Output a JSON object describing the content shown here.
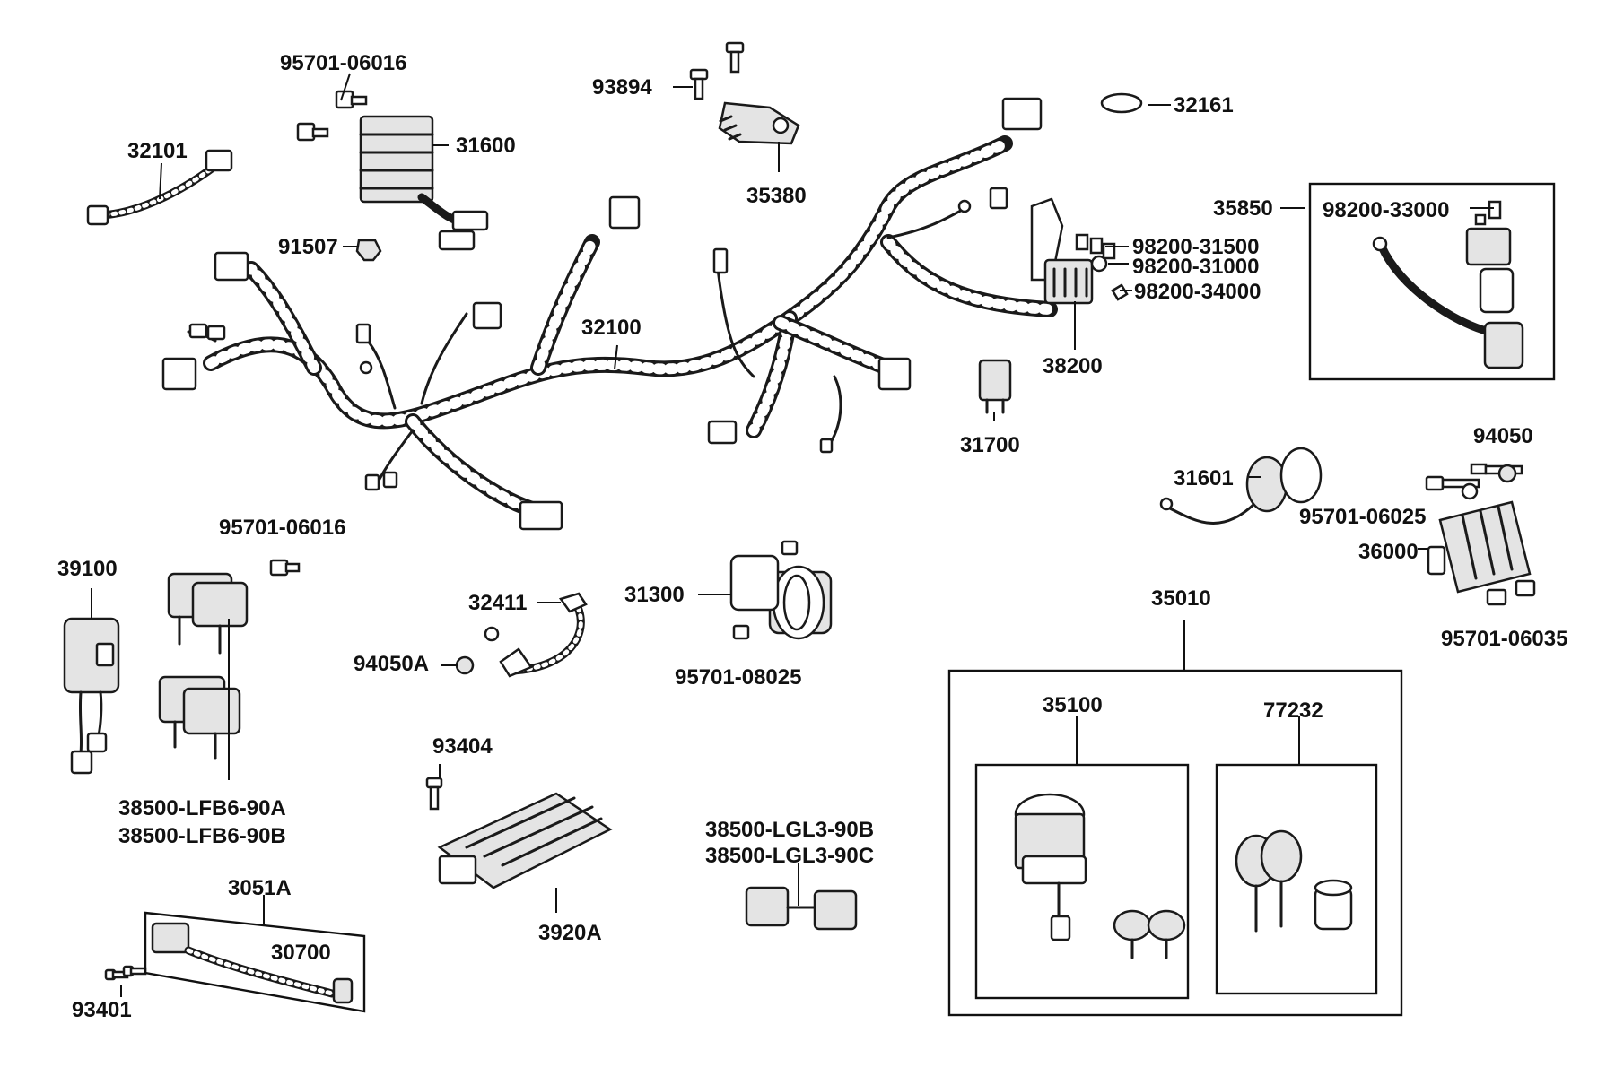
{
  "diagram": {
    "part_labels": {
      "p95701_06016_top": "95701-06016",
      "p93894": "93894",
      "p32161": "32161",
      "p32101": "32101",
      "p31600": "31600",
      "p35380": "35380",
      "p91507": "91507",
      "p35850": "35850",
      "p98200_33000": "98200-33000",
      "p98200_31500": "98200-31500",
      "p98200_31000": "98200-31000",
      "p98200_34000": "98200-34000",
      "p32100": "32100",
      "p38200": "38200",
      "p31700": "31700",
      "p94050": "94050",
      "p31601": "31601",
      "p95701_06025": "95701-06025",
      "p36000": "36000",
      "p95701_06016_mid": "95701-06016",
      "p39100": "39100",
      "p32411": "32411",
      "p31300": "31300",
      "p94050A": "94050A",
      "p95701_08025": "95701-08025",
      "p35010": "35010",
      "p95701_06035": "95701-06035",
      "p35100": "35100",
      "p77232": "77232",
      "p93404": "93404",
      "p38500_LFB6_90A": "38500-LFB6-90A",
      "p38500_LFB6_90B": "38500-LFB6-90B",
      "p38500_LGL3_90B": "38500-LGL3-90B",
      "p38500_LGL3_90C": "38500-LGL3-90C",
      "p3051A": "3051A",
      "p30700": "30700",
      "p3920A": "3920A",
      "p93401": "93401"
    }
  }
}
